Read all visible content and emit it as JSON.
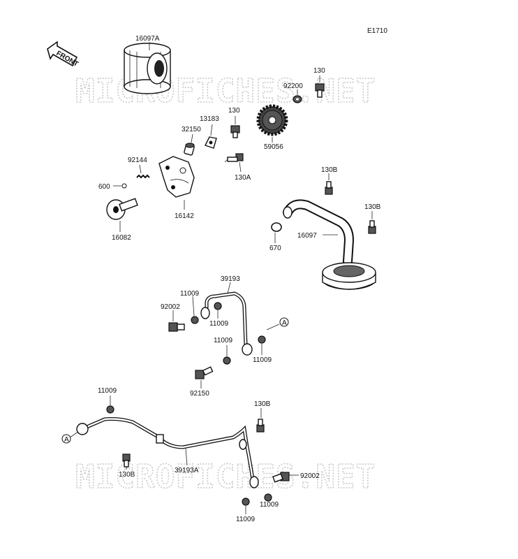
{
  "diagram_code": "E1710",
  "front_label": "FRONT",
  "watermark": "MICROFICHES.NET",
  "callout_a": "A",
  "parts": {
    "oil_filter": "16097A",
    "washer_top": "92200",
    "bolt_top": "130",
    "bolt_pump_top": "130",
    "plate": "13183",
    "pin": "32150",
    "sprocket": "59056",
    "bolt_130a": "130A",
    "spring": "92144",
    "oring_600": "600",
    "pump_body": "16142",
    "rotor": "16082",
    "bolt_130b_a": "130B",
    "bolt_130b_b": "130B",
    "oring_670": "670",
    "strainer_pipe": "16097",
    "pipe_upper": "39193",
    "washer_11009_a": "11009",
    "washer_11009_b": "11009",
    "bolt_92002_a": "92002",
    "washer_11009_c": "11009",
    "washer_11009_d": "11009",
    "bolt_92150": "92150",
    "washer_11009_e": "11009",
    "bolt_130b_c": "130B",
    "bolt_130b_d": "130B",
    "pipe_lower": "39193A",
    "bolt_92002_b": "92002",
    "washer_11009_f": "11009",
    "washer_11009_g": "11009"
  }
}
